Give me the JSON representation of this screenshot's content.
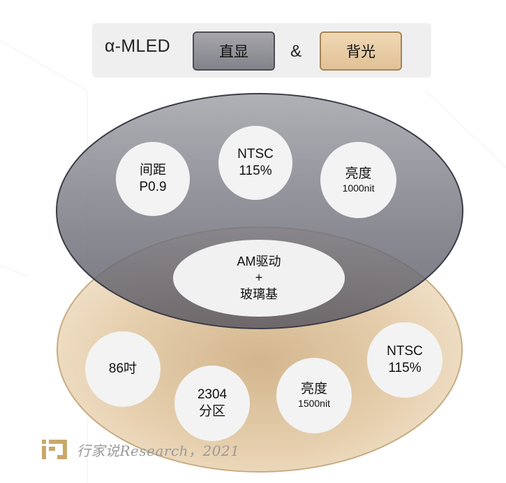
{
  "header": {
    "title": "α-MLED",
    "tag_direct": "直显",
    "ampersand": "&",
    "tag_backlight": "背光"
  },
  "colors": {
    "direct_fill": "#6e6e78",
    "backlight_fill": "#e9d2b0",
    "backlight_stroke": "#c8ab82",
    "circle_fill": "#f3f3f3"
  },
  "direct_circles": [
    {
      "line1": "间距",
      "line2": "P0.9"
    },
    {
      "line1": "NTSC",
      "line2": "115%"
    },
    {
      "line1": "亮度",
      "line2": "1000nit"
    }
  ],
  "shared": {
    "line1": "AM驱动",
    "line2": "+",
    "line3": "玻璃基"
  },
  "backlight_circles": [
    {
      "line1": "86吋"
    },
    {
      "line1": "2304",
      "line2": "分区"
    },
    {
      "line1": "亮度",
      "line2": "1500nit"
    },
    {
      "line1": "NTSC",
      "line2": "115%"
    }
  ],
  "footer": {
    "logo_icon": "ijiu-logo-icon",
    "text": "行家说Research，2021"
  }
}
